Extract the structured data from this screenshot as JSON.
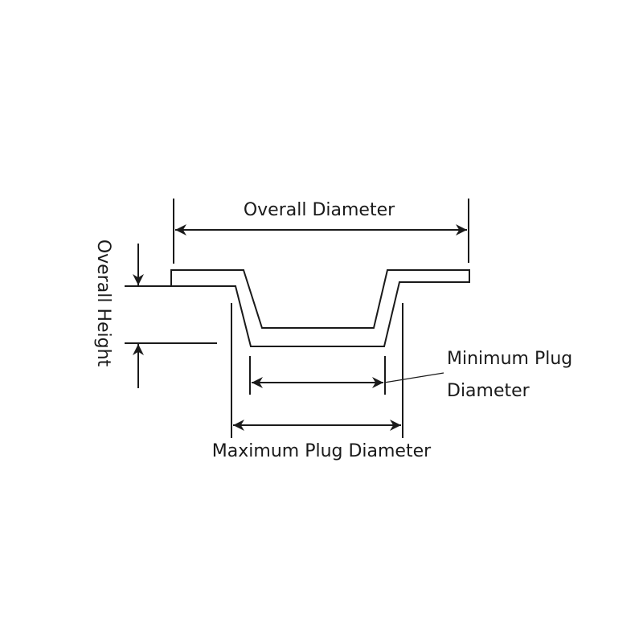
{
  "labels": {
    "overall_diameter": "Overall Diameter",
    "overall_height": "Overall Height",
    "minimum_plug_line1": "Minimum Plug",
    "minimum_plug_line2": "Diameter",
    "maximum_plug_diameter": "Maximum Plug Diameter"
  },
  "colors": {
    "line": "#1a1a1a"
  }
}
